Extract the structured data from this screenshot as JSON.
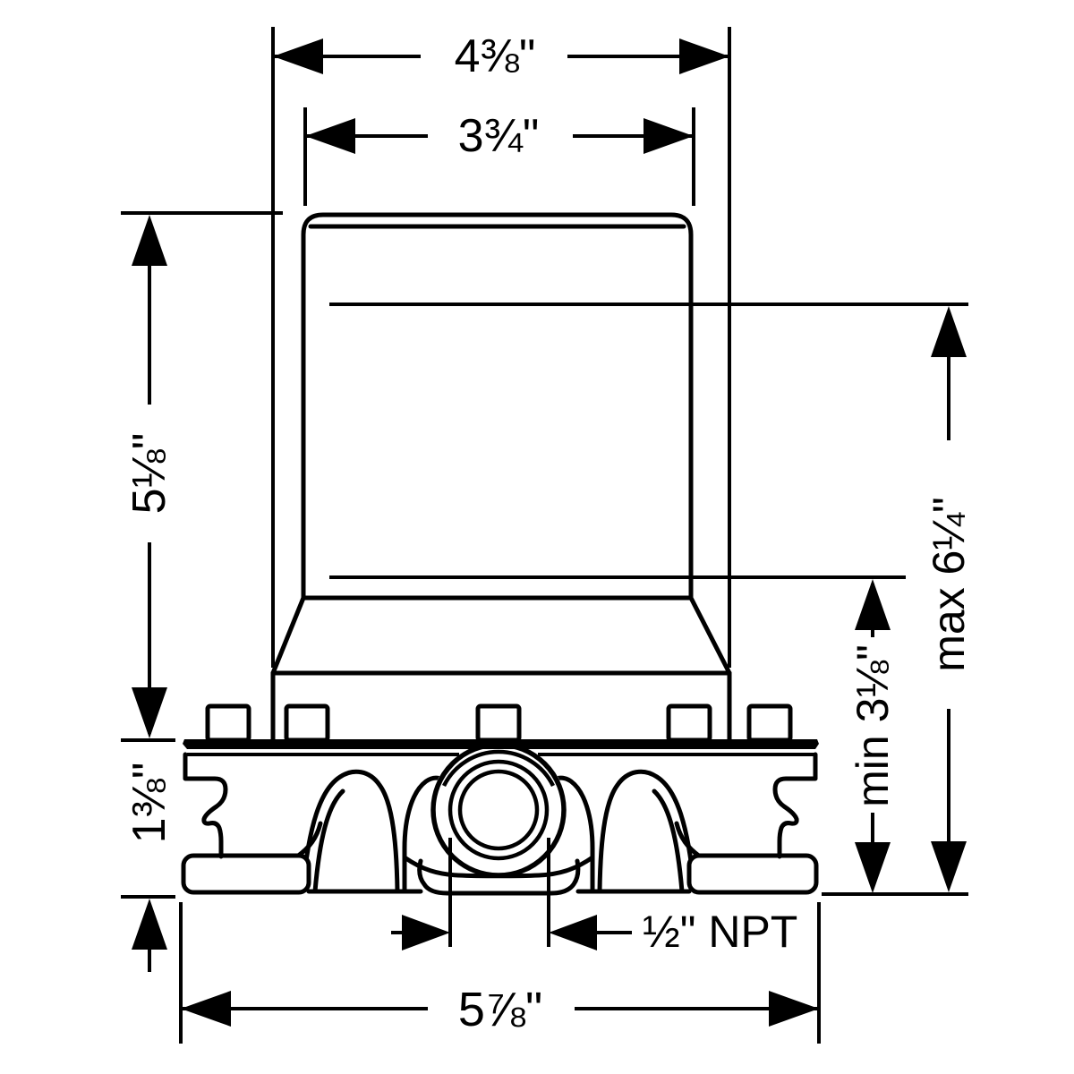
{
  "drawing": {
    "background": "#ffffff",
    "line_color": "#000000",
    "dimensions": {
      "flange_width": "4⅜\"",
      "housing_width": "3¾\"",
      "housing_height": "5⅛\"",
      "body_height": "1⅜\"",
      "depth_min": "min 3⅛\"",
      "depth_max": "max 6¼\"",
      "thread_connection": "½\" NPT",
      "base_width": "5⅞\""
    }
  }
}
